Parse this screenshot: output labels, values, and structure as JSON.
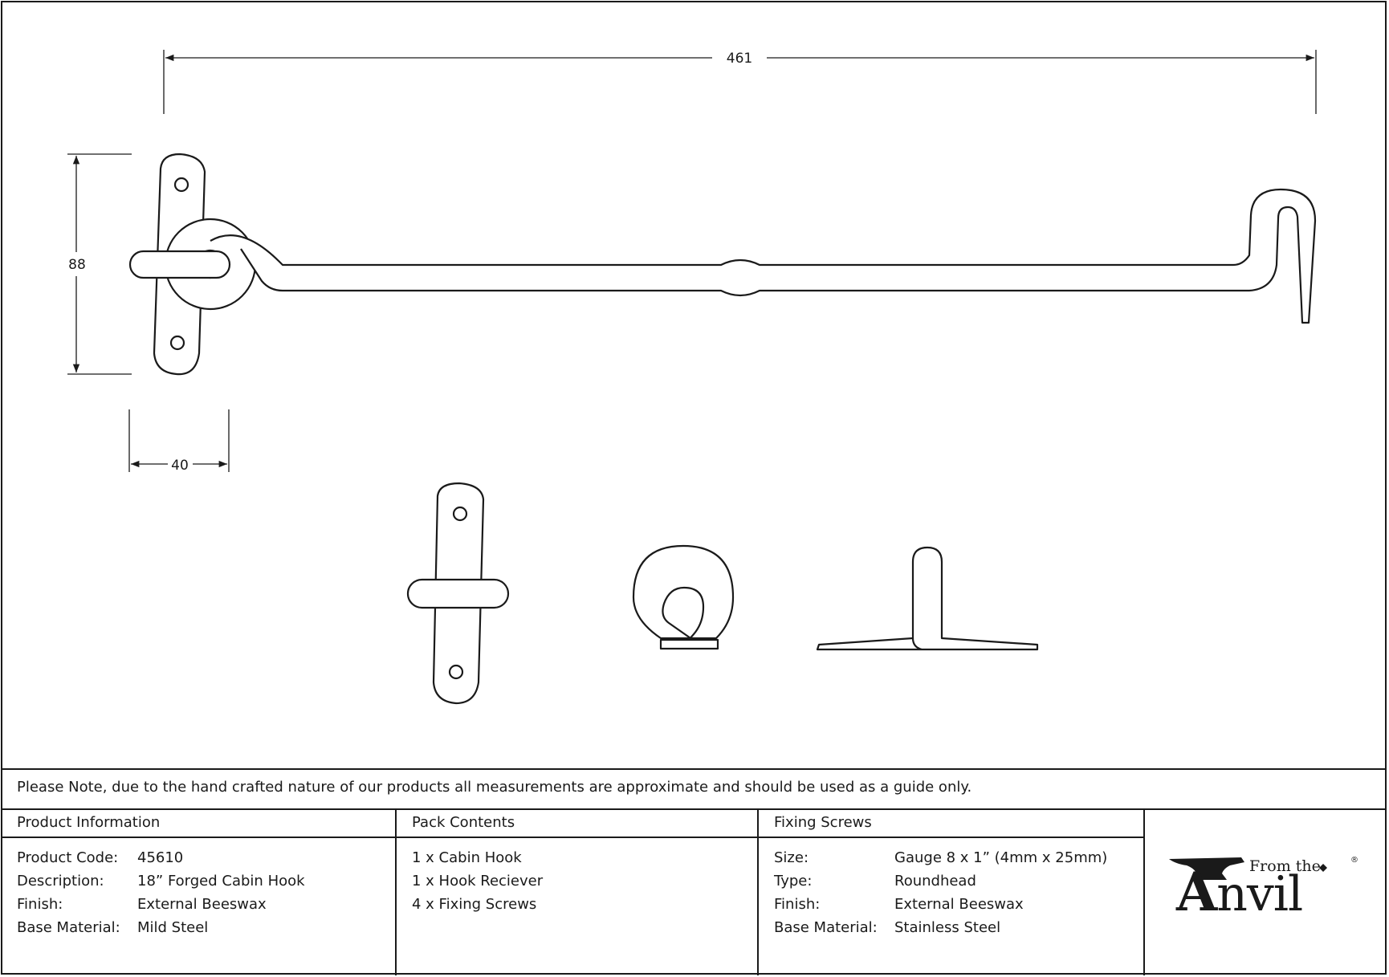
{
  "drawing": {
    "dimensions": {
      "overall_length": "461",
      "height": "88",
      "width": "40"
    },
    "stroke_color": "#1a1a1a"
  },
  "note": "Please Note, due to the hand crafted nature of our products all measurements are approximate and should be used as a guide only.",
  "product_information": {
    "title": "Product Information",
    "rows": [
      {
        "label": "Product Code:",
        "value": "45610"
      },
      {
        "label": "Description:",
        "value": "18” Forged Cabin Hook"
      },
      {
        "label": "Finish:",
        "value": "External Beeswax"
      },
      {
        "label": "Base Material:",
        "value": "Mild Steel"
      }
    ]
  },
  "pack_contents": {
    "title": "Pack Contents",
    "items": [
      "1 x Cabin Hook",
      "1 x Hook Reciever",
      "4 x Fixing Screws"
    ]
  },
  "fixing_screws": {
    "title": "Fixing Screws",
    "rows": [
      {
        "label": "Size:",
        "value": "Gauge 8 x 1” (4mm x 25mm)"
      },
      {
        "label": "Type:",
        "value": "Roundhead"
      },
      {
        "label": "Finish:",
        "value": "External Beeswax"
      },
      {
        "label": "Base Material:",
        "value": "Stainless Steel"
      }
    ]
  },
  "logo": {
    "from_text": "From the",
    "brand_initial": "A",
    "brand_rest": "nvil",
    "registered": "®"
  }
}
